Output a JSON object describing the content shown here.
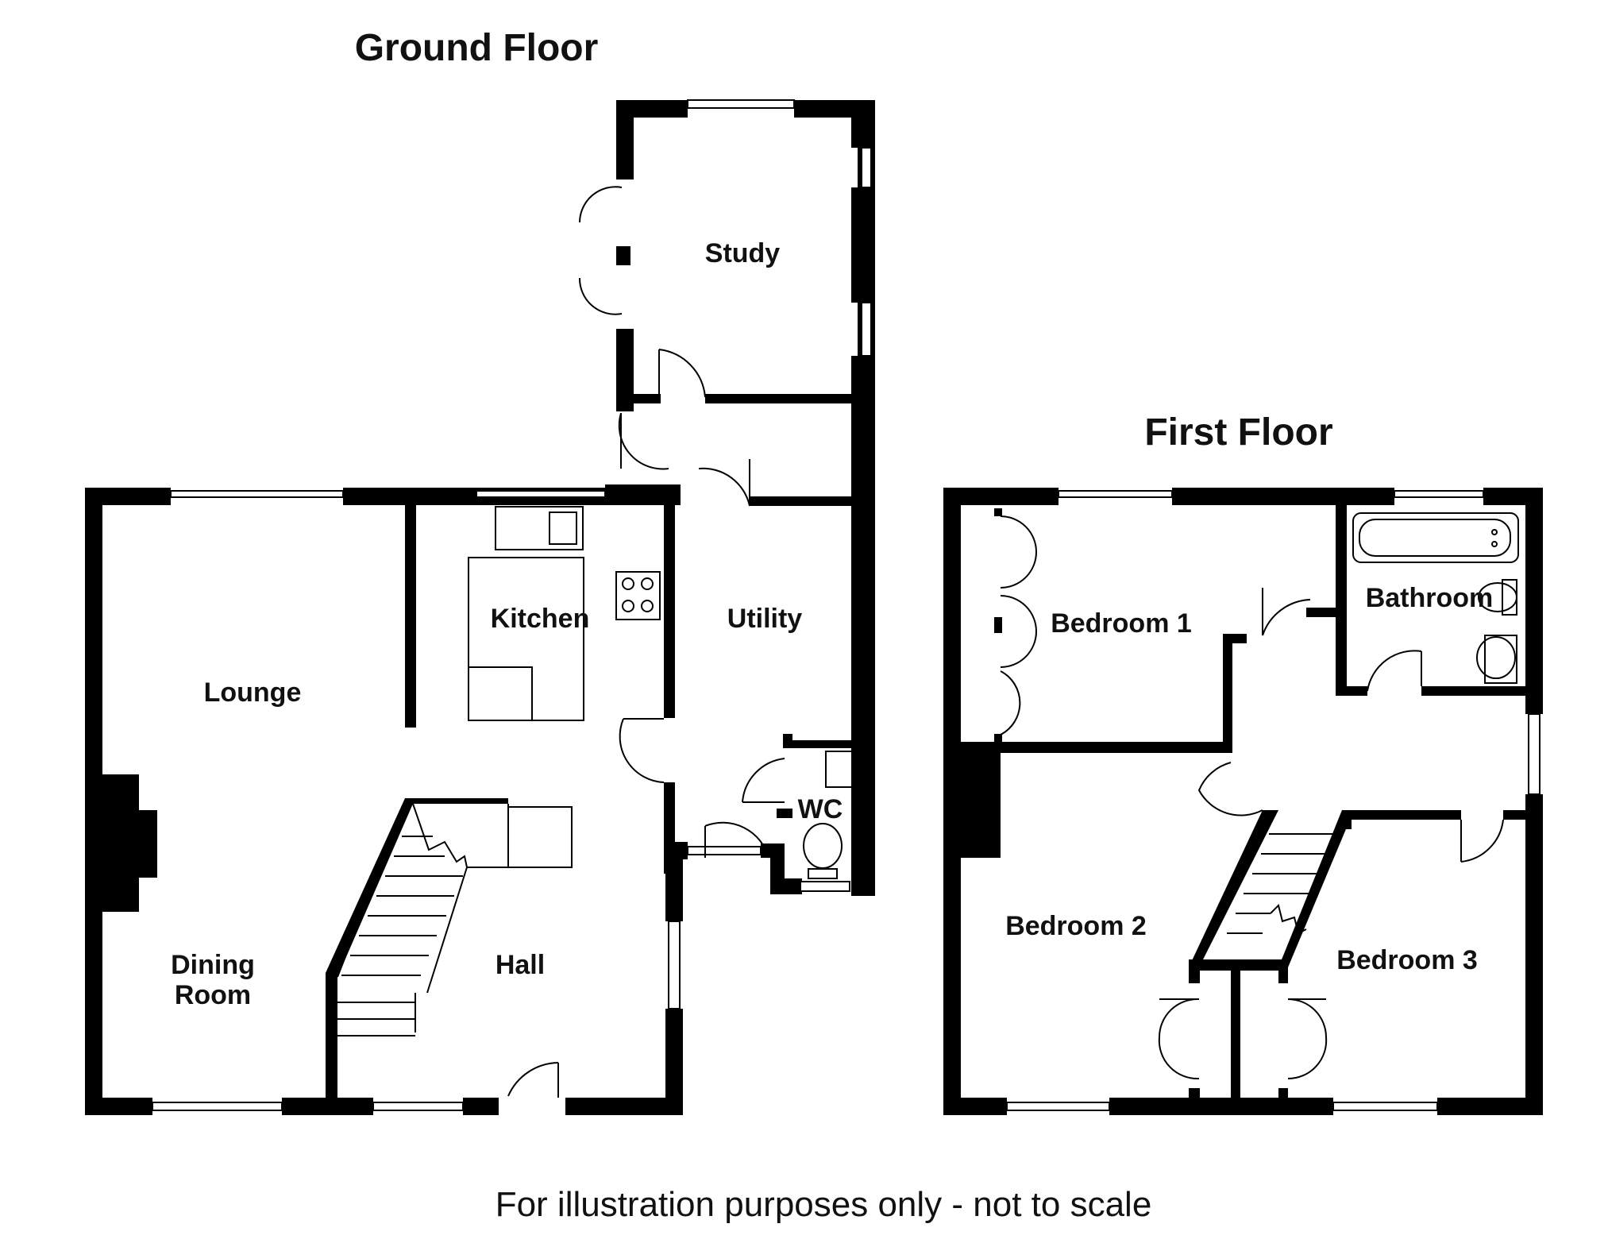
{
  "floors": {
    "ground": {
      "title": "Ground Floor",
      "rooms": {
        "study": "Study",
        "kitchen": "Kitchen",
        "utility": "Utility",
        "lounge": "Lounge",
        "wc": "WC",
        "dining_line1": "Dining",
        "dining_line2": "Room",
        "hall": "Hall"
      }
    },
    "first": {
      "title": "First Floor",
      "rooms": {
        "bedroom1": "Bedroom 1",
        "bathroom": "Bathroom",
        "bedroom2": "Bedroom 2",
        "bedroom3": "Bedroom 3"
      }
    }
  },
  "footer": "For illustration purposes only - not to scale"
}
